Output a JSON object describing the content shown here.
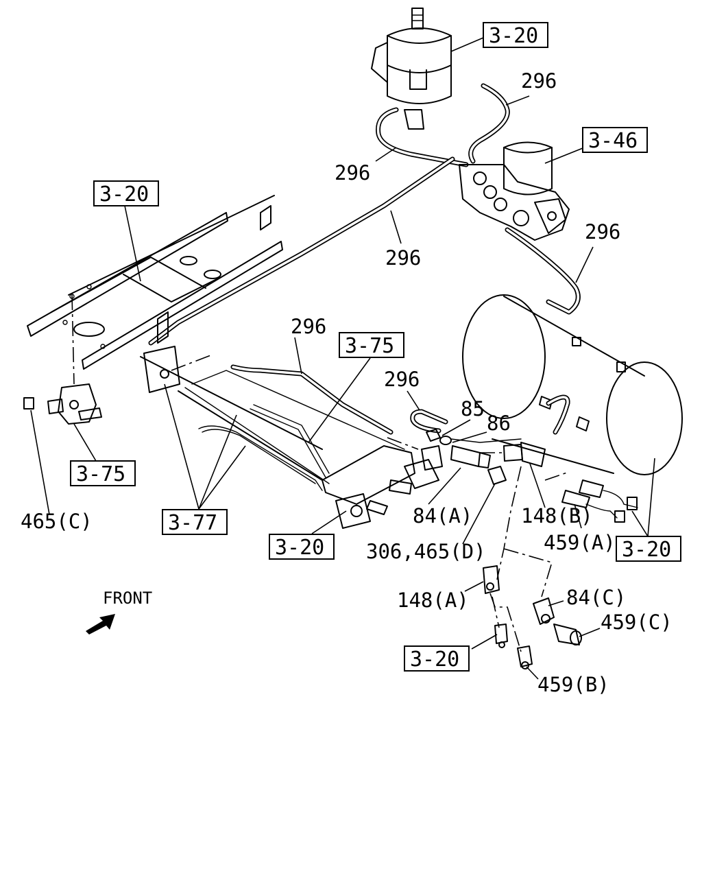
{
  "labels": {
    "ref_3_20_top": "3-20",
    "p296_a": "296",
    "ref_3_46": "3-46",
    "ref_3_20_left": "3-20",
    "p296_b": "296",
    "p296_c": "296",
    "p296_d": "296",
    "p296_e": "296",
    "ref_3_75_mid": "3-75",
    "p296_f": "296",
    "p85": "85",
    "p86": "86",
    "ref_3_75_left": "3-75",
    "p465c": "465(C)",
    "ref_3_77": "3-77",
    "p84a": "84(A)",
    "p148b": "148(B)",
    "ref_3_20_mid": "3-20",
    "p306_465d": "306,465(D)",
    "p459a": "459(A)",
    "ref_3_20_right": "3-20",
    "front": "FRONT",
    "p148a": "148(A)",
    "p84c": "84(C)",
    "p459c": "459(C)",
    "ref_3_20_bottom": "3-20",
    "p459b": "459(B)"
  }
}
